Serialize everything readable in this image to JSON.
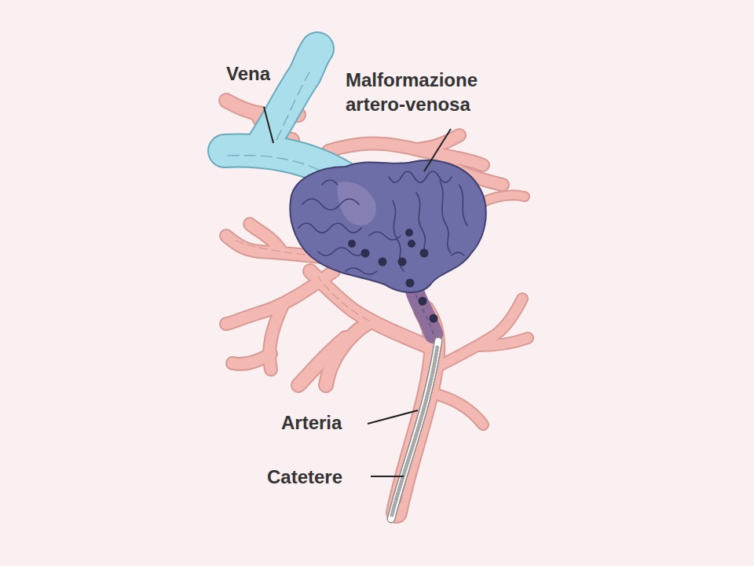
{
  "diagram": {
    "labels": [
      "Vena",
      "Malformazione artero-venosa",
      "Arteria",
      "Catetere"
    ]
  }
}
